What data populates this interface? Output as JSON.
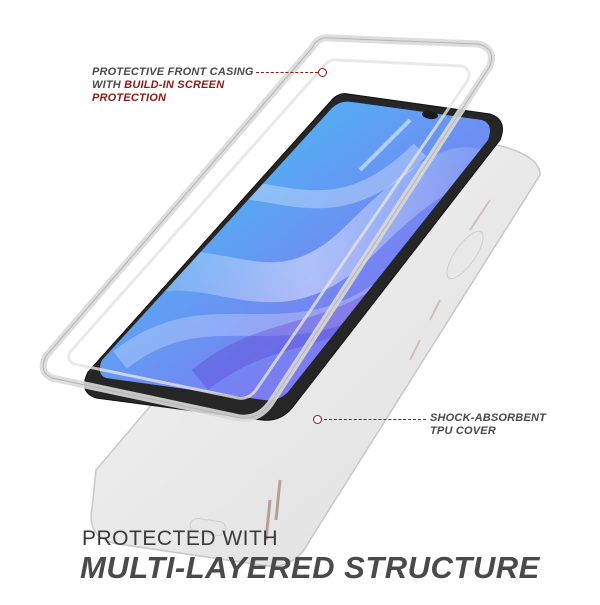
{
  "callouts": {
    "front_casing": {
      "line1": "PROTECTIVE FRONT CASING",
      "line2_prefix": "WITH ",
      "line2_highlight": "BUILD-IN SCREEN",
      "line3_highlight": "PROTECTION"
    },
    "tpu_cover": {
      "line1": "SHOCK-ABSORBENT",
      "line2": "TPU COVER"
    }
  },
  "headline": {
    "line1": "PROTECTED WITH",
    "line2": "MULTI-LAYERED STRUCTURE"
  },
  "colors": {
    "accent_red": "#8b1a1a",
    "text_gray": "#4a4a4a",
    "screen_blue": "#3fb6f0",
    "screen_purple": "#8a6ff0",
    "phone_body": "#2b2b2b"
  }
}
